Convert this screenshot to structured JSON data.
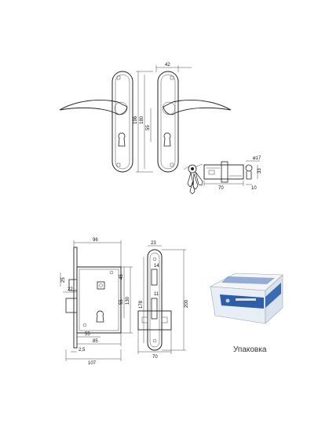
{
  "handles": {
    "dim_width": "42",
    "dim_height_total": "196",
    "dim_height_inner": "180",
    "dim_axis": "55"
  },
  "cylinder": {
    "dim_diameter": "ø17",
    "dim_length": "70",
    "dim_height": "33",
    "dim_offset": "10"
  },
  "lock_body": {
    "dim_width": "96",
    "dim_total_width": "107",
    "dim_backset": "85",
    "dim_cylinder_offset": "55",
    "dim_plate_offset": "2,5",
    "dim_top_left": "25",
    "dim_latch_offset": "22",
    "dim_upper_gap": "45",
    "dim_middle": "55",
    "dim_height": "130"
  },
  "faceplate": {
    "dim_width": "23",
    "dim_length": "200",
    "dim_inner": "178",
    "dim_latch": "14",
    "dim_bolt": "11",
    "dim_strike_width": "70"
  },
  "packaging": {
    "caption": "Упаковка"
  }
}
